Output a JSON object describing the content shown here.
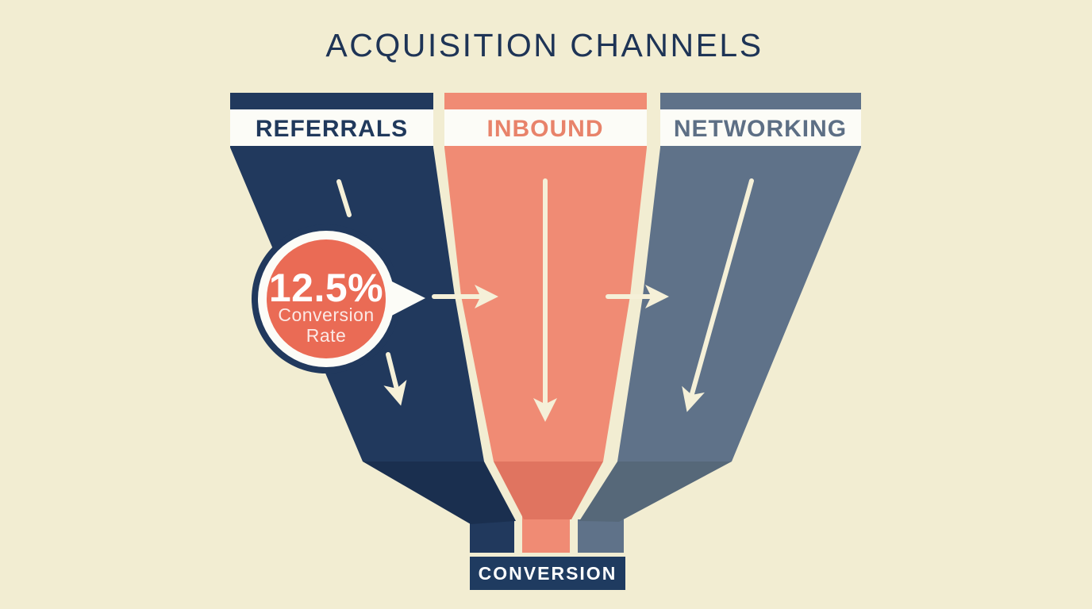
{
  "title": "ACQUISITION CHANNELS",
  "palette": {
    "background": "#f2edd2",
    "arrow": "#f5f0d8",
    "white_band": "#fcfcf7",
    "title_color": "#1e3456"
  },
  "columns": [
    {
      "id": "referrals",
      "label": "REFERRALS",
      "fill": "#21395d",
      "shadow": "#1a2f4f",
      "label_color": "#20395c"
    },
    {
      "id": "inbound",
      "label": "INBOUND",
      "fill": "#f08b74",
      "shadow": "#e07460",
      "label_color": "#e8836a"
    },
    {
      "id": "networking",
      "label": "NETWORKING",
      "fill": "#5f7289",
      "shadow": "#566879",
      "label_color": "#5d6f85"
    }
  ],
  "badge": {
    "value": "12.5%",
    "caption_line1": "Conversion",
    "caption_line2": "Rate",
    "fill": "#ea6b55",
    "ring_color": "#fcfcf7",
    "backing_color": "#21395d",
    "text_color": "#ffffff"
  },
  "conversion": {
    "label": "CONVERSION",
    "fill": "#1f3b60",
    "text_color": "#ffffff"
  }
}
